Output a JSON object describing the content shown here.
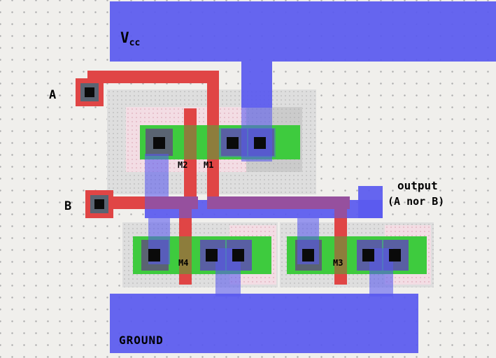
{
  "colors": {
    "bg": "#f0efec",
    "grid_dot": "#adadad",
    "metal": "#5a5aef",
    "poly": "#e04545",
    "poly_over_metal": "#96509e",
    "gate": "#8d7d3c",
    "diff": "#3ecb3e",
    "well": "#dedede",
    "pdiff": "#f3dde4",
    "pad": "#5a6472",
    "core": "#0a0a0a",
    "text": "#000000"
  },
  "labels": {
    "vcc_main": "V",
    "vcc_sub": "cc",
    "ground": "GROUND",
    "input_a": "A",
    "input_b": "B",
    "output_line1": "output",
    "output_line2": "(A nor B)",
    "m1": "M1",
    "m2": "M2",
    "m3": "M3",
    "m4": "M4"
  }
}
